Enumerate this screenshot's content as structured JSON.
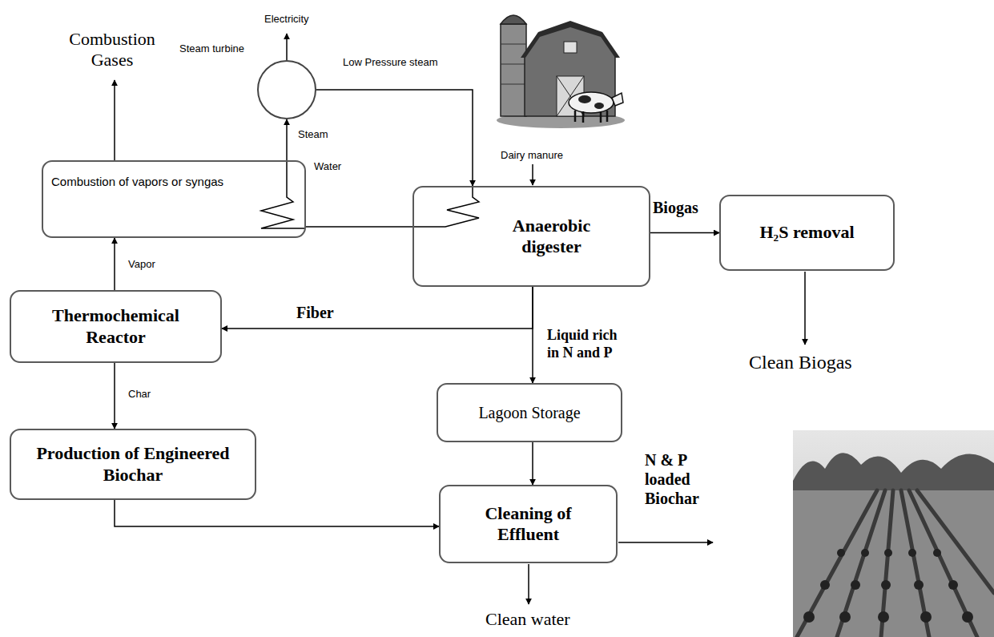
{
  "diagram": {
    "nodes": [
      {
        "text": [
          "Combustion of vapors or syngas"
        ]
      },
      {
        "text": [
          "Steam turbine"
        ]
      },
      {
        "text": [
          "Anaerobic digester"
        ]
      },
      {
        "text": [
          "H₂S removal"
        ]
      },
      {
        "text": [
          "Thermochemical Reactor"
        ]
      },
      {
        "text": [
          "Lagoon Storage"
        ]
      },
      {
        "text": [
          "Production of Engineered Biochar"
        ]
      },
      {
        "text": [
          "Cleaning of Effluent"
        ]
      }
    ],
    "edges": [
      {
        "from": 0,
        "to": 1,
        "label": "Steam",
        "arrow": "to"
      },
      {
        "from": 1,
        "to": 2,
        "label": "Low Pressure steam",
        "arrow": "to"
      },
      {
        "from": 2,
        "to": 0,
        "label": "Water",
        "arrow": "none"
      },
      {
        "from": 2,
        "to": 3,
        "label": "Biogas",
        "arrow": "to"
      },
      {
        "from": 2,
        "to": 4,
        "label": "Fiber",
        "arrow": "to"
      },
      {
        "from": 2,
        "to": 5,
        "label": "Liquid rich in N and P",
        "arrow": "to"
      },
      {
        "from": 4,
        "to": 0,
        "label": "Vapor",
        "arrow": "to"
      },
      {
        "from": 4,
        "to": 6,
        "label": "Char",
        "arrow": "to"
      },
      {
        "from": 5,
        "to": 7,
        "arrow": "to"
      },
      {
        "from": 6,
        "to": 7,
        "arrow": "to"
      }
    ],
    "labels": [
      "Combustion Gases",
      "Electricity",
      "Dairy manure",
      "Clean Biogas",
      "N & P loaded Biochar",
      "Clean water"
    ]
  }
}
